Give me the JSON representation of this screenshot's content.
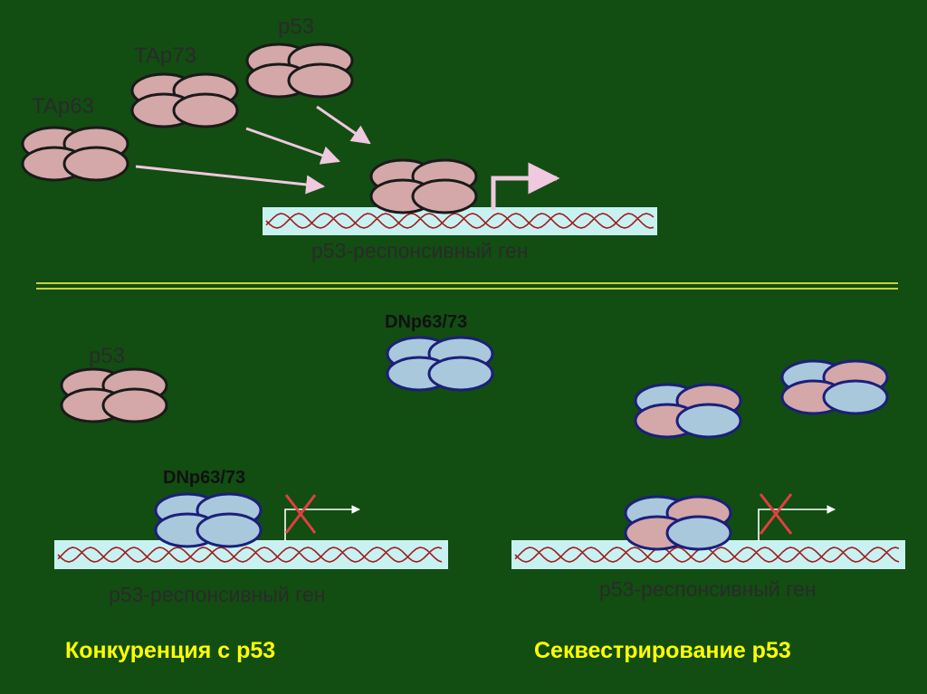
{
  "colors": {
    "background": "#124d12",
    "p53_fill": "#d4a8a8",
    "p53_stroke": "#1a1a1a",
    "dn_fill": "#a9c8dc",
    "dn_stroke": "#1b1f7a",
    "gene_bar": "#c8f2f2",
    "dna_strand": "#a02020",
    "arrow": "#f0c8e0",
    "block_x": "#e04040",
    "title_text": "#ffff00",
    "divider": "#c8d23a"
  },
  "top_panel": {
    "labels": {
      "tap63": "TAp63",
      "tap73": "TAp73",
      "p53": "p53"
    },
    "gene_label": "p53-респонсивный ген"
  },
  "bottom_left": {
    "free_protein_label": "p53",
    "bound_protein_label": "DNp63/73",
    "gene_label": "p53-респонсивный ген",
    "title": "Конкуренция с p53"
  },
  "bottom_center": {
    "protein_label": "DNp63/73"
  },
  "bottom_right": {
    "gene_label": "p53-респонсивный ген",
    "title": "Секвестрирование p53"
  }
}
